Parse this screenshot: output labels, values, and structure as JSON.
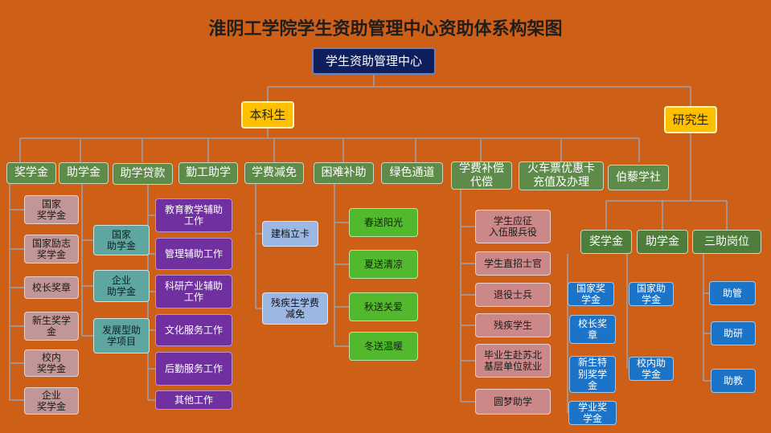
{
  "title": "淮阴工学院学生资助管理中心资助体系构架图",
  "root": "学生资助管理中心",
  "undergrad": {
    "label": "本科生",
    "categories": [
      {
        "label": "奖学金",
        "items": [
          "国家\n奖学金",
          "国家励志\n奖学金",
          "校长奖章",
          "新生奖学\n金",
          "校内\n奖学金",
          "企业\n奖学金"
        ]
      },
      {
        "label": "助学金",
        "items": [
          "国家\n助学金",
          "企业\n助学金",
          "发展型助\n学项目"
        ]
      },
      {
        "label": "助学贷款",
        "items": []
      },
      {
        "label": "勤工助学",
        "items": [
          "教育教学辅助\n工作",
          "管理辅助工作",
          "科研产业辅助\n工作",
          "文化服务工作",
          "后勤服务工作",
          "其他工作"
        ]
      },
      {
        "label": "学费减免",
        "items": [
          "建档立卡",
          "残疾生学费\n减免"
        ]
      },
      {
        "label": "困难补助",
        "items": [
          "春送阳光",
          "夏送清凉",
          "秋送关爱",
          "冬送温暖"
        ]
      },
      {
        "label": "绿色通道",
        "items": []
      },
      {
        "label": "学费补偿\n代偿",
        "items": [
          "学生应征\n入伍服兵役",
          "学生直招士官",
          "退役士兵",
          "残疾学生",
          "毕业生赴苏北\n基层单位就业",
          "圆梦助学"
        ]
      },
      {
        "label": "火车票优惠卡\n充值及办理",
        "items": []
      },
      {
        "label": "伯藜学社",
        "items": []
      }
    ]
  },
  "graduate": {
    "label": "研究生",
    "categories": [
      {
        "label": "奖学金",
        "items": [
          "国家奖\n学金",
          "校长奖\n章",
          "新生特\n别奖学\n金",
          "学业奖\n学金"
        ]
      },
      {
        "label": "助学金",
        "items": [
          "国家助\n学金",
          "校内助\n学金"
        ]
      },
      {
        "label": "三助岗位",
        "items": [
          "助管",
          "助研",
          "助教"
        ]
      }
    ]
  }
}
